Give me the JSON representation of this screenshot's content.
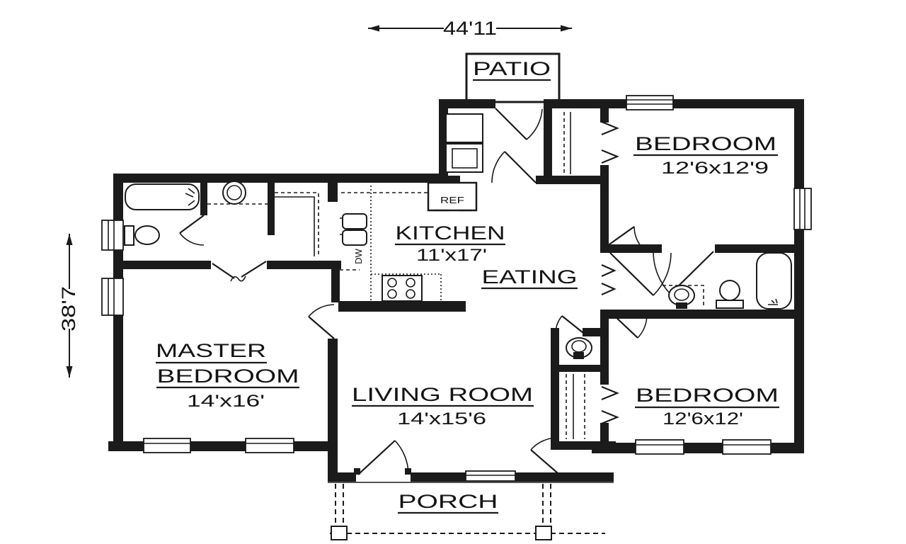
{
  "plan": {
    "title": "house floor plan",
    "colors": {
      "wall": "#1b1b1b",
      "background": "#ffffff"
    },
    "dimensions": {
      "width_label": "44'11",
      "height_label": "38'7"
    },
    "rooms": {
      "patio": {
        "label": "PATIO"
      },
      "bedroom_top_right": {
        "label": "BEDROOM",
        "size": "12'6x12'9"
      },
      "kitchen": {
        "label": "KITCHEN",
        "size": "11'x17'"
      },
      "eating": {
        "label": "EATING"
      },
      "master_bedroom": {
        "label_line1": "MASTER",
        "label_line2": "BEDROOM",
        "size": "14'x16'"
      },
      "living_room": {
        "label": "LIVING ROOM",
        "size": "14'x15'6"
      },
      "bedroom_bottom_right": {
        "label": "BEDROOM",
        "size": "12'6x12'"
      },
      "porch": {
        "label": "PORCH"
      }
    },
    "appliances": {
      "refrigerator": "REF",
      "dishwasher": "DW"
    }
  }
}
